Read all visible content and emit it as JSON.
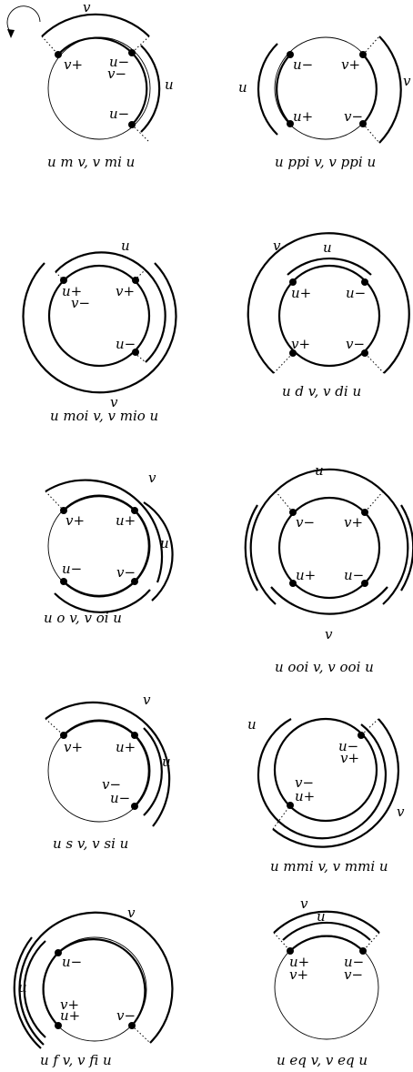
{
  "panels": [
    {
      "id": "m",
      "caption": "u m v, v mi u",
      "labels": {
        "v_plus": "v+",
        "u_minus_top": "u−",
        "v_minus": "v−",
        "u_minus_bot": "u−",
        "arc_v": "v",
        "arc_u": "u"
      }
    },
    {
      "id": "ppi",
      "caption": "u ppi v, v ppi u",
      "labels": {
        "u_minus": "u−",
        "v_plus": "v+",
        "u_plus": "u+",
        "v_minus": "v−",
        "arc_u": "u",
        "arc_v": "v"
      }
    },
    {
      "id": "moi",
      "caption": "u moi v, v mio u",
      "labels": {
        "u_plus": "u+",
        "v_minus": "v−",
        "v_plus": "v+",
        "u_minus": "u−",
        "arc_u": "u",
        "arc_v": "v"
      }
    },
    {
      "id": "d",
      "caption": "u d v, v di u",
      "labels": {
        "u_plus": "u+",
        "u_minus": "u−",
        "v_plus": "v+",
        "v_minus": "v−",
        "arc_v": "v",
        "arc_u": "u"
      }
    },
    {
      "id": "o",
      "caption": "u o v, v oi u",
      "labels": {
        "v_plus": "v+",
        "u_plus": "u+",
        "u_minus": "u−",
        "v_minus": "v−",
        "arc_v": "v",
        "arc_u": "u"
      }
    },
    {
      "id": "ooi",
      "caption": "u ooi v, v ooi u",
      "labels": {
        "v_minus": "v−",
        "v_plus": "v+",
        "u_plus": "u+",
        "u_minus": "u−",
        "arc_u": "u",
        "arc_v": "v"
      }
    },
    {
      "id": "s",
      "caption": "u s v, v si u",
      "labels": {
        "v_plus": "v+",
        "u_plus": "u+",
        "v_minus": "v−",
        "u_minus": "u−",
        "arc_v": "v",
        "arc_u": "u"
      }
    },
    {
      "id": "mmi",
      "caption": "u mmi v, v mmi u",
      "labels": {
        "u_minus": "u−",
        "v_plus": "v+",
        "v_minus": "v−",
        "u_plus": "u+",
        "arc_u": "u",
        "arc_v": "v"
      }
    },
    {
      "id": "f",
      "caption": "u f v, v fi u",
      "labels": {
        "u_minus": "u−",
        "v_plus": "v+",
        "u_plus": "u+",
        "v_minus": "v−",
        "arc_v": "v",
        "arc_u": "u"
      }
    },
    {
      "id": "eq",
      "caption": "u eq v, v eq u",
      "labels": {
        "u_plus": "u+",
        "v_plus": "v+",
        "u_minus": "u−",
        "v_minus": "v−",
        "arc_v": "v",
        "arc_u": "u"
      }
    }
  ]
}
